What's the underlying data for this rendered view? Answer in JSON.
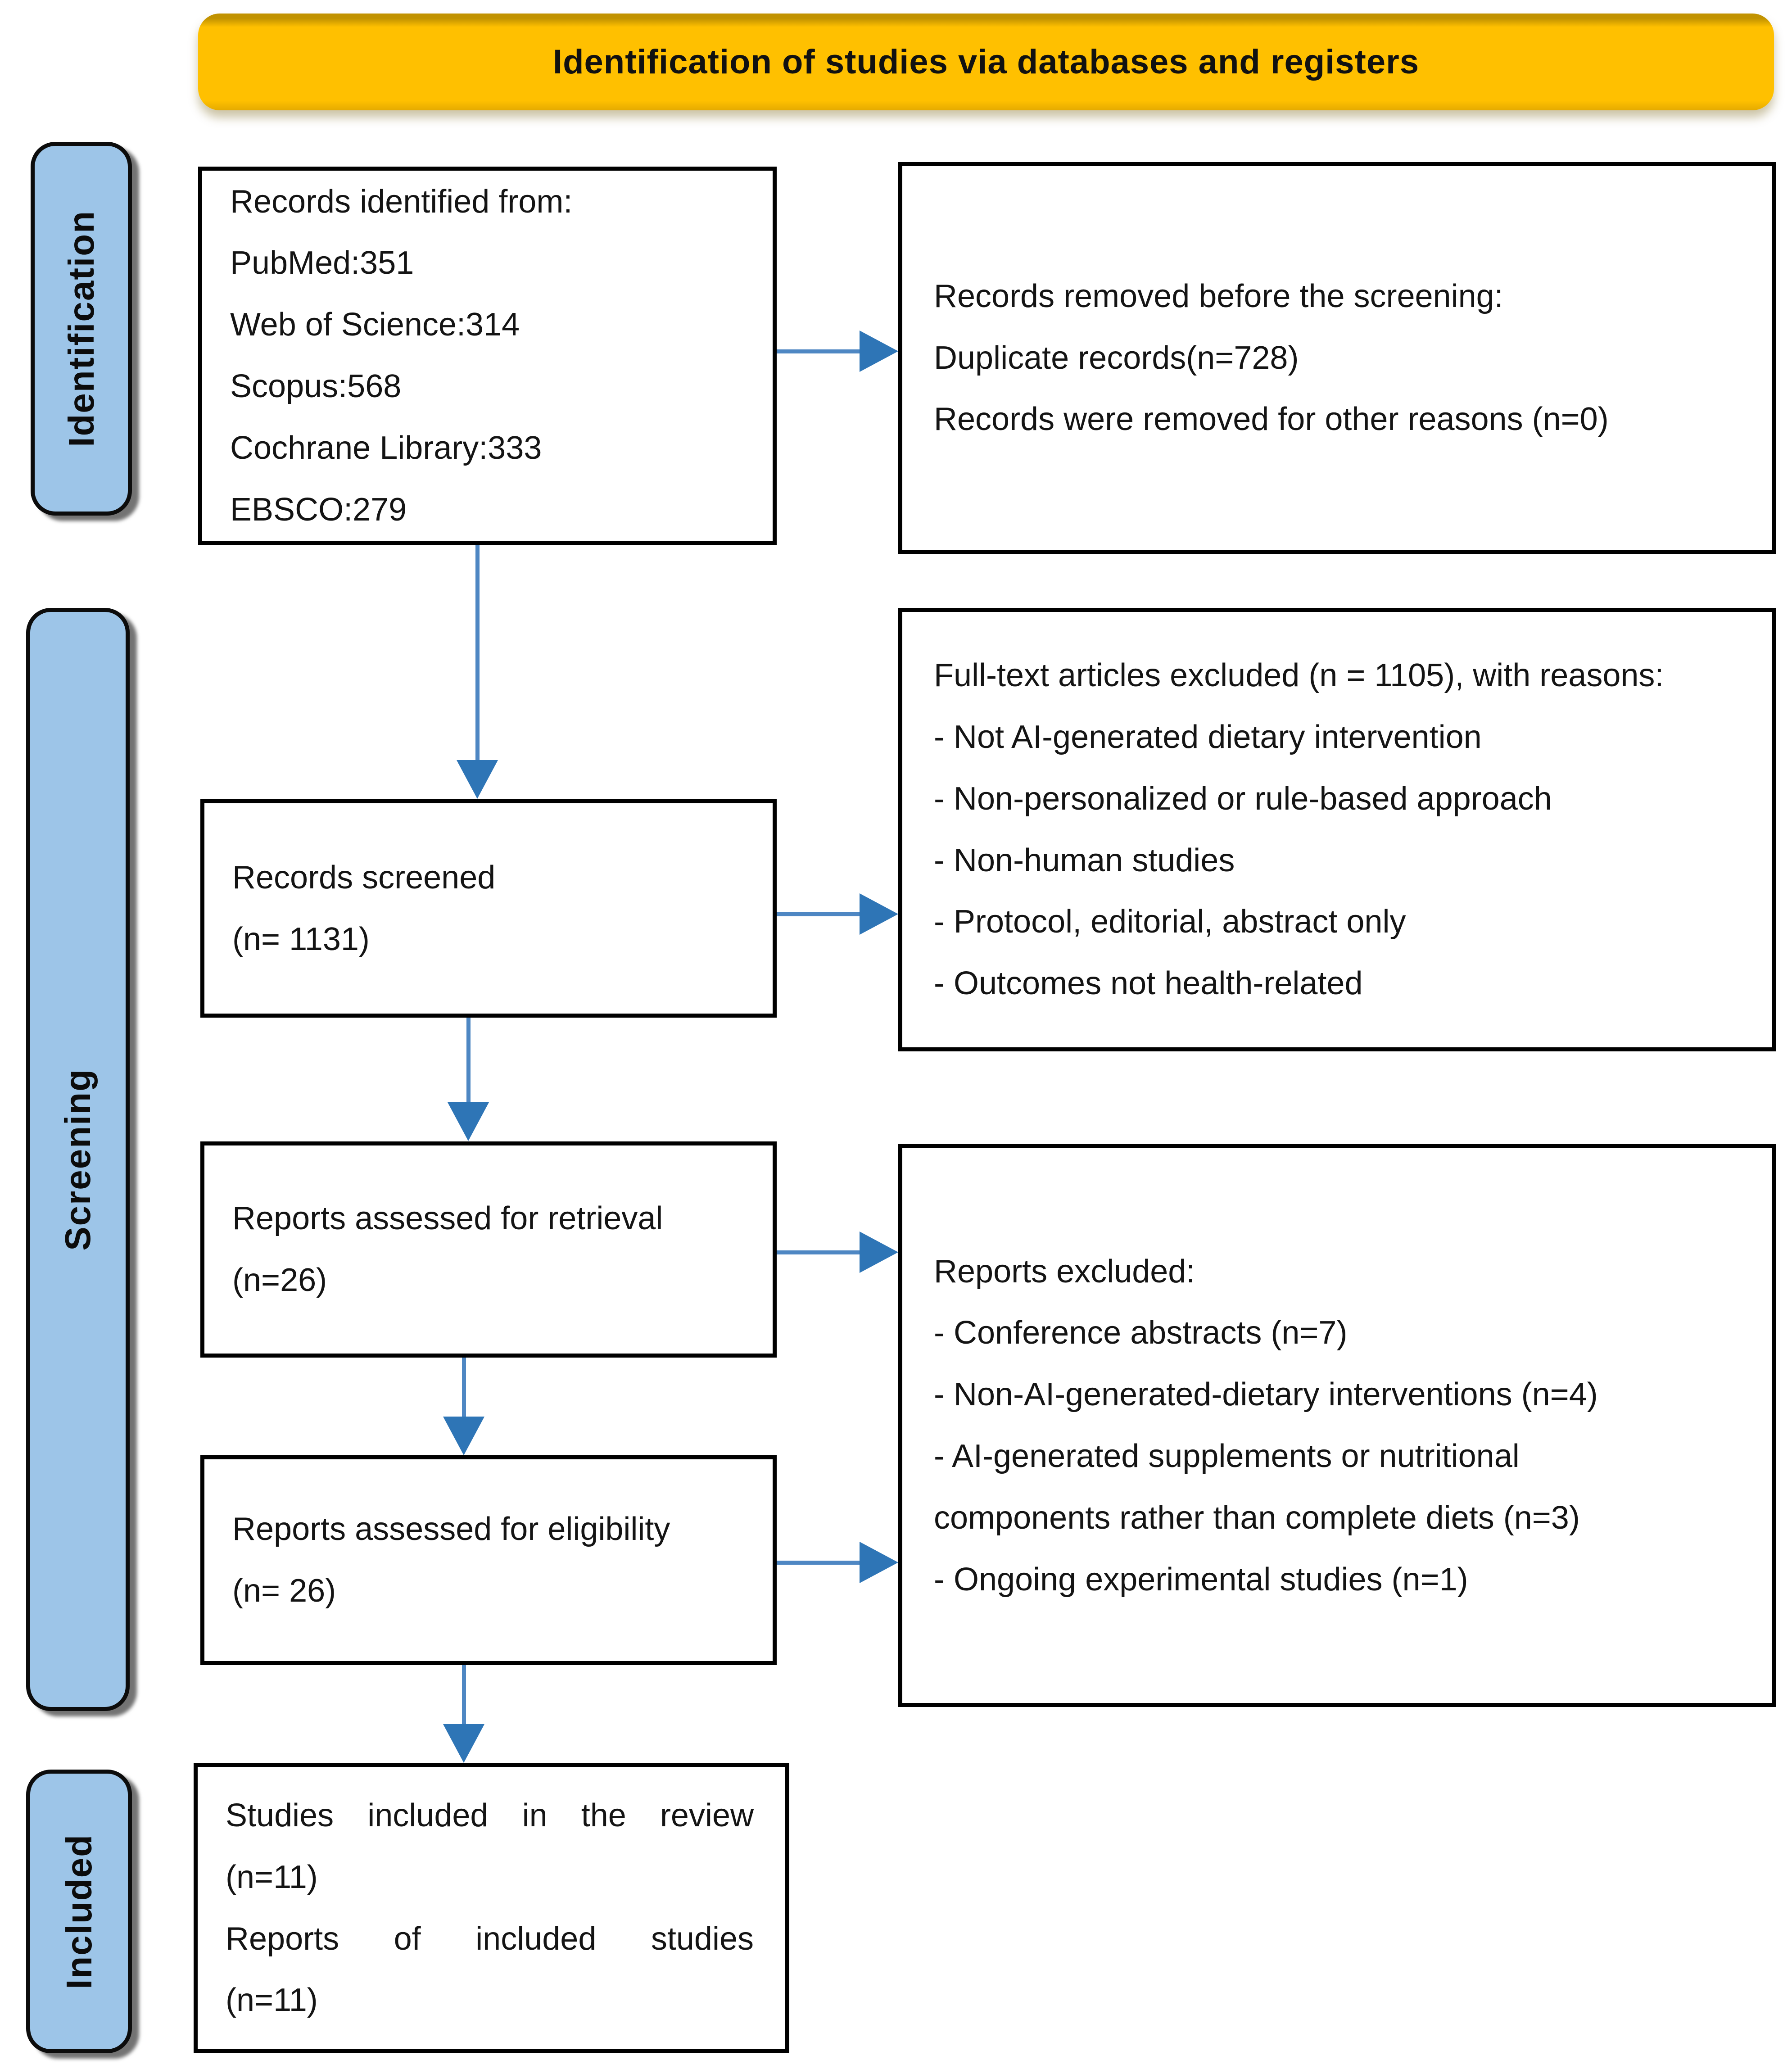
{
  "banner": {
    "title": "Identification of studies via databases and registers"
  },
  "stages": [
    {
      "label": "Identification"
    },
    {
      "label": "Screening"
    },
    {
      "label": "Included"
    }
  ],
  "boxes": {
    "identified": {
      "lines": [
        "Records identified from:",
        "PubMed:351",
        "Web of Science:314",
        "Scopus:568",
        "Cochrane Library:333",
        "EBSCO:279"
      ]
    },
    "removed_before_screening": {
      "lines": [
        "Records removed before the screening:",
        "Duplicate records(n=728)",
        "Records were removed for other reasons (n=0)"
      ]
    },
    "records_screened": {
      "lines": [
        "Records screened",
        "(n= 1131)"
      ]
    },
    "fulltext_excluded": {
      "lines": [
        "Full-text articles excluded (n = 1105), with reasons:",
        "- Not AI-generated dietary intervention",
        "- Non-personalized or rule-based approach",
        "- Non-human studies",
        "- Protocol, editorial, abstract only",
        "- Outcomes not health-related"
      ]
    },
    "assessed_retrieval": {
      "lines": [
        "Reports assessed for retrieval",
        "(n=26)"
      ]
    },
    "reports_excluded": {
      "lines": [
        "Reports excluded:",
        "- Conference abstracts (n=7)",
        "- Non-AI-generated-dietary interventions (n=4)",
        "- AI-generated supplements or nutritional",
        "components rather than complete diets (n=3)",
        "- Ongoing experimental studies (n=1)"
      ]
    },
    "assessed_eligibility": {
      "lines": [
        "Reports assessed for eligibility",
        "(n= 26)"
      ]
    },
    "included_studies": {
      "lines": [
        "Studies included in the review",
        "(n=11)",
        "Reports of included studies",
        "(n=11)"
      ]
    }
  },
  "colors": {
    "banner_bg": "#FFC000",
    "stage_label_bg": "#9DC5E8",
    "arrow_line": "#4E87C3",
    "arrow_head": "#2E75B6",
    "box_border": "#000000",
    "text": "#141414"
  }
}
